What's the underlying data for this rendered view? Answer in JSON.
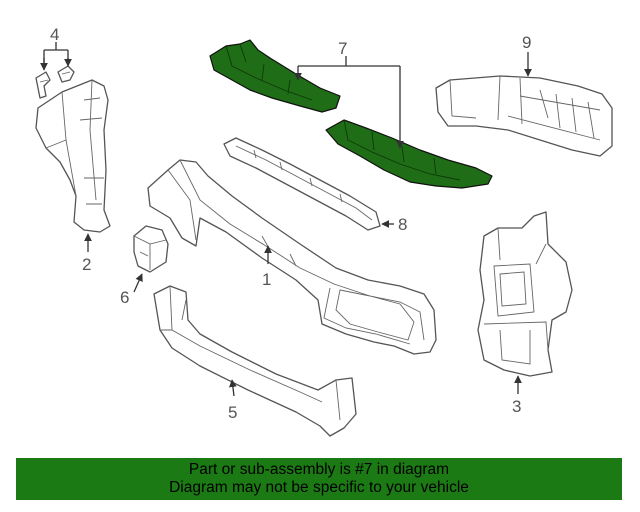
{
  "colors": {
    "highlight": "#1f6d16",
    "banner_bg": "#1c7a14",
    "outline": "#555555"
  },
  "callouts": {
    "c1": "1",
    "c2": "2",
    "c3": "3",
    "c4": "4",
    "c5": "5",
    "c6": "6",
    "c7": "7",
    "c8": "8",
    "c9": "9"
  },
  "banner": {
    "line1": "Part or sub-assembly is #7 in diagram",
    "line2": "Diagram may not be specific to your vehicle"
  }
}
